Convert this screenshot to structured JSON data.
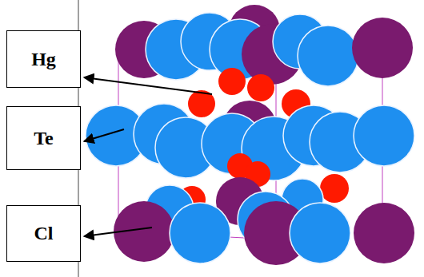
{
  "diagram": {
    "nodes": [
      {
        "text": [
          "Hg"
        ]
      },
      {
        "text": [
          "Te"
        ]
      },
      {
        "text": [
          "Cl"
        ]
      }
    ]
  }
}
